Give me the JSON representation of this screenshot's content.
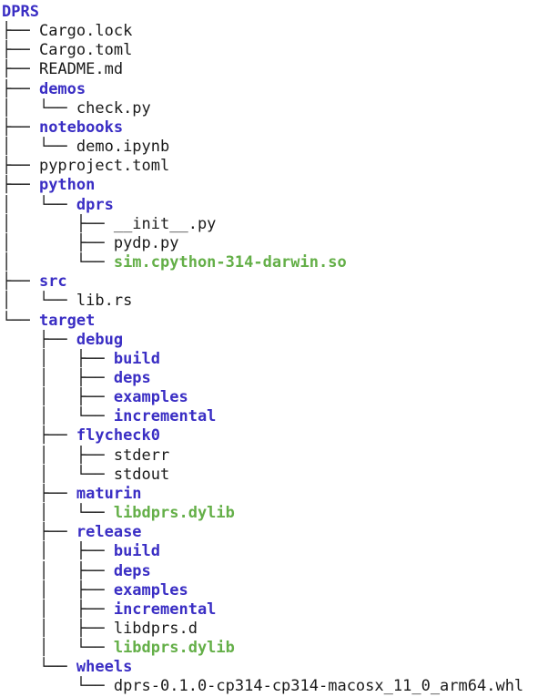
{
  "colors": {
    "background": "#ffffff",
    "file_text": "#1a1a1a",
    "directory_text": "#3a2ec4",
    "binary_text": "#64af48"
  },
  "tree": {
    "root_label": "DPRS",
    "entries": [
      {
        "prefix": "",
        "name": "DPRS",
        "type": "directory"
      },
      {
        "prefix": "├── ",
        "name": "Cargo.lock",
        "type": "file"
      },
      {
        "prefix": "├── ",
        "name": "Cargo.toml",
        "type": "file"
      },
      {
        "prefix": "├── ",
        "name": "README.md",
        "type": "file"
      },
      {
        "prefix": "├── ",
        "name": "demos",
        "type": "directory"
      },
      {
        "prefix": "│   └── ",
        "name": "check.py",
        "type": "file"
      },
      {
        "prefix": "├── ",
        "name": "notebooks",
        "type": "directory"
      },
      {
        "prefix": "│   └── ",
        "name": "demo.ipynb",
        "type": "file"
      },
      {
        "prefix": "├── ",
        "name": "pyproject.toml",
        "type": "file"
      },
      {
        "prefix": "├── ",
        "name": "python",
        "type": "directory"
      },
      {
        "prefix": "│   └── ",
        "name": "dprs",
        "type": "directory"
      },
      {
        "prefix": "│       ├── ",
        "name": "__init__.py",
        "type": "file"
      },
      {
        "prefix": "│       ├── ",
        "name": "pydp.py",
        "type": "file"
      },
      {
        "prefix": "│       └── ",
        "name": "sim.cpython-314-darwin.so",
        "type": "binary"
      },
      {
        "prefix": "├── ",
        "name": "src",
        "type": "directory"
      },
      {
        "prefix": "│   └── ",
        "name": "lib.rs",
        "type": "file"
      },
      {
        "prefix": "└── ",
        "name": "target",
        "type": "directory"
      },
      {
        "prefix": "    ├── ",
        "name": "debug",
        "type": "directory"
      },
      {
        "prefix": "    │   ├── ",
        "name": "build",
        "type": "directory"
      },
      {
        "prefix": "    │   ├── ",
        "name": "deps",
        "type": "directory"
      },
      {
        "prefix": "    │   ├── ",
        "name": "examples",
        "type": "directory"
      },
      {
        "prefix": "    │   └── ",
        "name": "incremental",
        "type": "directory"
      },
      {
        "prefix": "    ├── ",
        "name": "flycheck0",
        "type": "directory"
      },
      {
        "prefix": "    │   ├── ",
        "name": "stderr",
        "type": "file"
      },
      {
        "prefix": "    │   └── ",
        "name": "stdout",
        "type": "file"
      },
      {
        "prefix": "    ├── ",
        "name": "maturin",
        "type": "directory"
      },
      {
        "prefix": "    │   └── ",
        "name": "libdprs.dylib",
        "type": "binary"
      },
      {
        "prefix": "    ├── ",
        "name": "release",
        "type": "directory"
      },
      {
        "prefix": "    │   ├── ",
        "name": "build",
        "type": "directory"
      },
      {
        "prefix": "    │   ├── ",
        "name": "deps",
        "type": "directory"
      },
      {
        "prefix": "    │   ├── ",
        "name": "examples",
        "type": "directory"
      },
      {
        "prefix": "    │   ├── ",
        "name": "incremental",
        "type": "directory"
      },
      {
        "prefix": "    │   ├── ",
        "name": "libdprs.d",
        "type": "file"
      },
      {
        "prefix": "    │   └── ",
        "name": "libdprs.dylib",
        "type": "binary"
      },
      {
        "prefix": "    └── ",
        "name": "wheels",
        "type": "directory"
      },
      {
        "prefix": "        └── ",
        "name": "dprs-0.1.0-cp314-cp314-macosx_11_0_arm64.whl",
        "type": "file"
      }
    ]
  }
}
